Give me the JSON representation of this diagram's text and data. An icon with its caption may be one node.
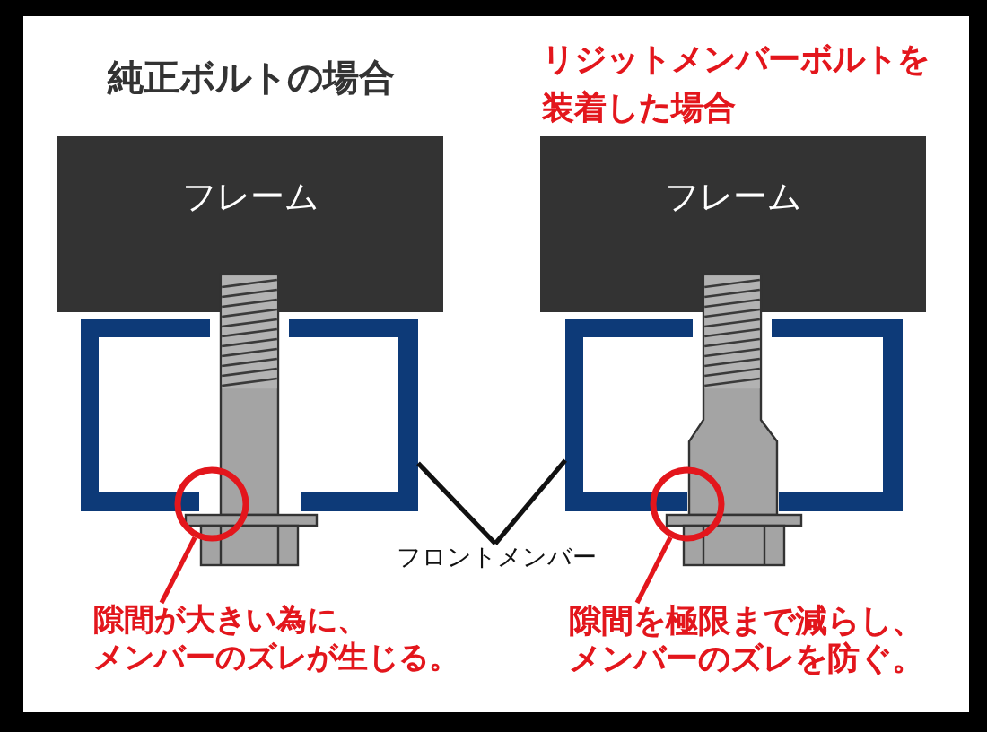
{
  "diagram": {
    "nodes": [
      {
        "text": [
          "フレーム"
        ]
      },
      {
        "text": [
          "フレーム"
        ]
      },
      {
        "text": [],
        "shape": "box"
      },
      {
        "text": [],
        "shape": "box"
      },
      {
        "text": [],
        "shape": "circle"
      },
      {
        "text": [],
        "shape": "circle"
      },
      {
        "text": [
          "フロントメンバー"
        ]
      },
      {
        "text": [
          "隙間が大きい為に、メンバーのズレが生じる。"
        ]
      },
      {
        "text": [
          "隙間を極限まで減らし、メンバーのズレを防ぐ。"
        ]
      }
    ],
    "edges": [
      {
        "from": 6,
        "to": 2,
        "arrow": "none"
      },
      {
        "from": 6,
        "to": 3,
        "arrow": "none"
      },
      {
        "from": 7,
        "to": 4,
        "arrow": "none",
        "color": "#e3161c"
      },
      {
        "from": 8,
        "to": 5,
        "arrow": "none",
        "color": "#e3161c"
      }
    ],
    "labels": [
      "純正ボルトの場合",
      "リジットメンバーボルトを装着した場合"
    ]
  }
}
